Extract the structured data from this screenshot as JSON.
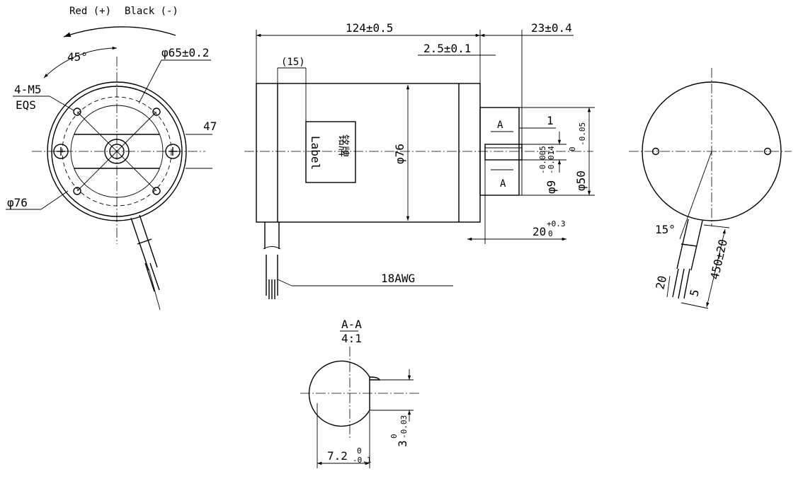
{
  "front_view": {
    "wire_red": "Red (+)",
    "wire_black": "Black (-)",
    "angle": "45°",
    "pcd": "φ65±0.2",
    "holes": "4-M5",
    "holes_eqs": "EQS",
    "dim_47": "47",
    "diameter": "φ76"
  },
  "side_view": {
    "length": "124±0.5",
    "shaft_len": "23±0.4",
    "pilot": "2.5±0.1",
    "label_pos": "(15)",
    "label_cn": "铭牌",
    "label_en": "Label",
    "body_dia": "φ76",
    "section_mark": "A",
    "flat_depth": "1",
    "pilot_dia": "φ50",
    "pilot_tol_top": "0",
    "pilot_tol_bot": "-0.05",
    "shaft_dia": "φ9",
    "shaft_tol_top": "-0.005",
    "shaft_tol_bot": "-0.014",
    "flat_len": "20",
    "flat_tol_top": "+0.3",
    "flat_tol_bot": "0",
    "wire_gauge": "18AWG"
  },
  "rear_view": {
    "angle": "15°",
    "lead_len": "450±20",
    "strip_20": "20",
    "strip_5": "5"
  },
  "section": {
    "title": "A-A",
    "scale": "4:1",
    "width": "7.2",
    "width_tol_top": "0",
    "width_tol_bot": "-0.1",
    "key": "3",
    "key_tol_top": "0",
    "key_tol_bot": "-0.03"
  },
  "colors": {
    "line": "#000000",
    "background": "#ffffff"
  }
}
